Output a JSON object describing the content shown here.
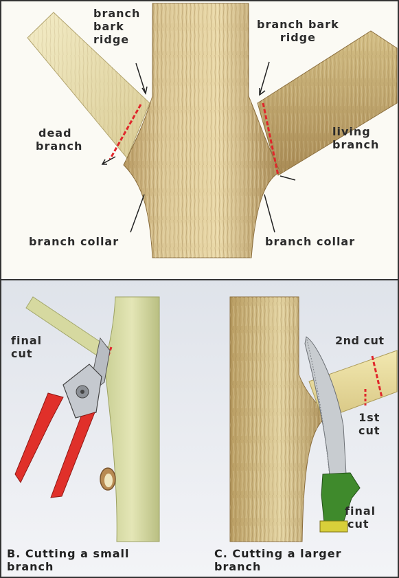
{
  "panel_a": {
    "labels": {
      "branch_bark_ridge_left": [
        "branch",
        "bark",
        "ridge"
      ],
      "branch_bark_ridge_right": [
        "branch bark",
        "ridge"
      ],
      "dead_branch": [
        "dead",
        "branch"
      ],
      "living_branch": [
        "living",
        "branch"
      ],
      "branch_collar_left": "branch collar",
      "branch_collar_right": "branch collar"
    }
  },
  "panel_b": {
    "labels": {
      "final_cut": [
        "final",
        "cut"
      ]
    },
    "caption": [
      "B. Cutting a small",
      "branch"
    ]
  },
  "panel_c": {
    "labels": {
      "second_cut": "2nd cut",
      "first_cut": [
        "1st",
        "cut"
      ],
      "final_cut": [
        "final",
        "cut"
      ]
    },
    "caption": [
      "C. Cutting a larger",
      "branch"
    ]
  },
  "colors": {
    "cut_line": "#e0262b",
    "bark_light": "#e8d9a6",
    "bark_mid": "#cdb47a",
    "bark_dark": "#9b7f4a",
    "pruner_handle": "#e0302a",
    "saw_handle": "#3f8a2c",
    "saw_blade": "#c8ccd0",
    "background_top": "#fbfaf4",
    "background_bottom": "#eef0f4"
  }
}
